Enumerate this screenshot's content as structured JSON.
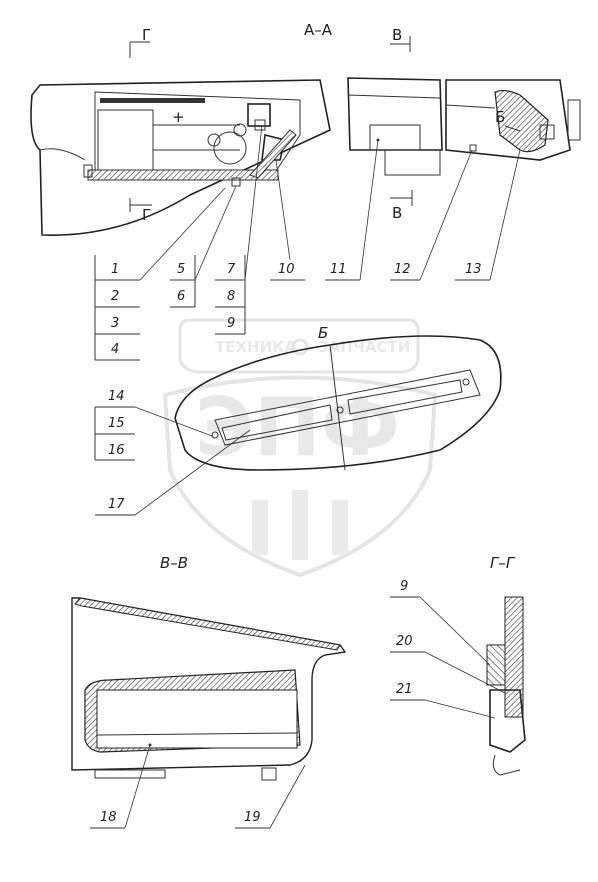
{
  "sections": {
    "aa": "А–А",
    "bb_main": "В–В",
    "gg_main": "Г–Г",
    "view_b": "Б",
    "cut_g": "Г",
    "cut_v": "В",
    "arrow_b": "Б"
  },
  "watermark": {
    "left": "ТЕХНИКА",
    "right": "ЗАПЧАСТИ",
    "logo": "ЭПФ"
  },
  "callouts": [
    "1",
    "2",
    "3",
    "4",
    "5",
    "6",
    "7",
    "8",
    "9",
    "10",
    "11",
    "12",
    "13",
    "14",
    "15",
    "16",
    "17",
    "18",
    "19",
    "9",
    "20",
    "21"
  ]
}
